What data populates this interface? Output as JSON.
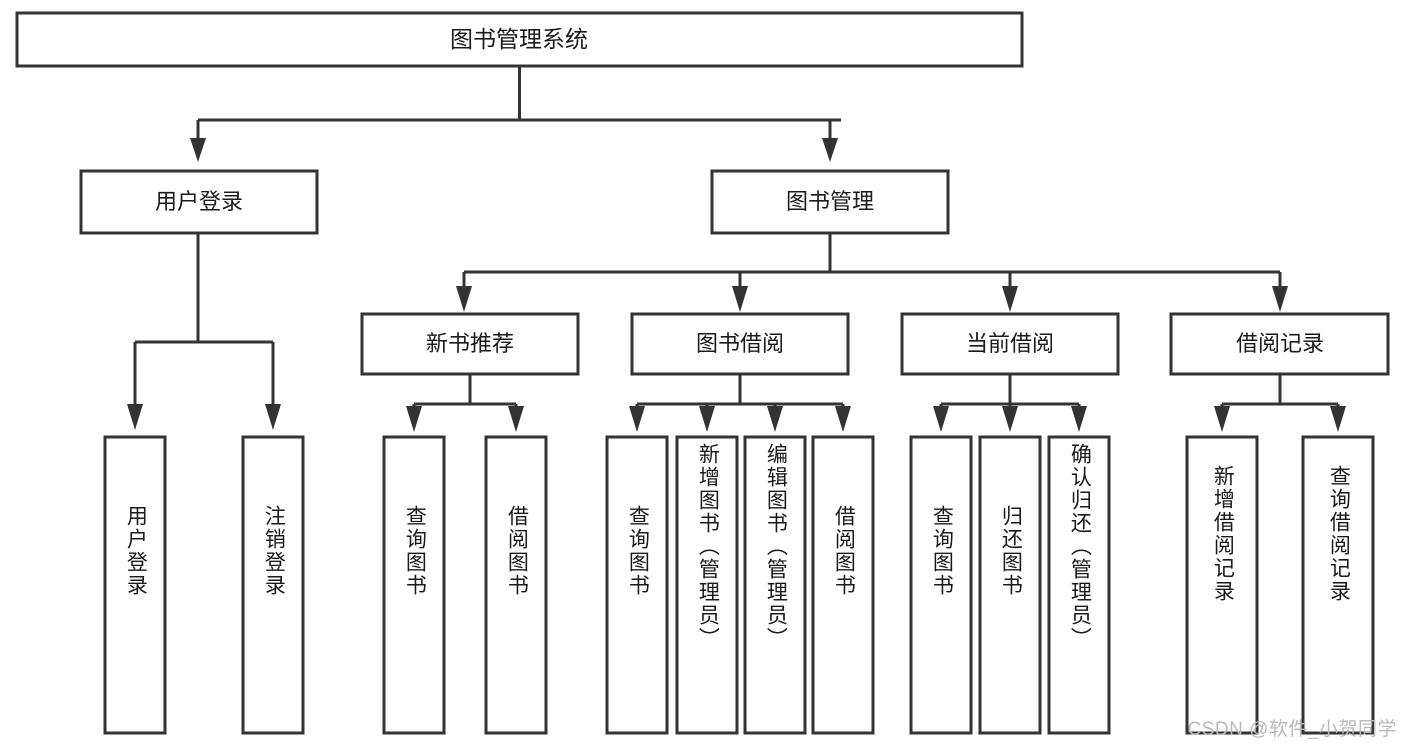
{
  "diagram": {
    "type": "tree-hierarchy",
    "title_node": {
      "id": "root",
      "label": "图书管理系统",
      "orientation": "horizontal"
    },
    "level2": [
      {
        "id": "user-login",
        "label": "用户登录",
        "orientation": "horizontal"
      },
      {
        "id": "book-management",
        "label": "图书管理",
        "orientation": "horizontal"
      }
    ],
    "level3": [
      {
        "id": "new-book-recommend",
        "label": "新书推荐",
        "orientation": "horizontal",
        "parent": "book-management"
      },
      {
        "id": "book-borrow",
        "label": "图书借阅",
        "orientation": "horizontal",
        "parent": "book-management"
      },
      {
        "id": "current-borrow",
        "label": "当前借阅",
        "orientation": "horizontal",
        "parent": "book-management"
      },
      {
        "id": "borrow-record",
        "label": "借阅记录",
        "orientation": "horizontal",
        "parent": "book-management"
      }
    ],
    "leaves": [
      {
        "id": "leaf-user-login",
        "label": "用户登录",
        "parent": "user-login",
        "orientation": "vertical"
      },
      {
        "id": "leaf-user-logout",
        "label": "注销登录",
        "parent": "user-login",
        "orientation": "vertical"
      },
      {
        "id": "leaf-query-book-1",
        "label": "查询图书",
        "parent": "new-book-recommend",
        "orientation": "vertical"
      },
      {
        "id": "leaf-borrow-book-1",
        "label": "借阅图书",
        "parent": "new-book-recommend",
        "orientation": "vertical"
      },
      {
        "id": "leaf-query-book-2",
        "label": "查询图书",
        "parent": "book-borrow",
        "orientation": "vertical"
      },
      {
        "id": "leaf-add-book",
        "label": "新增图书（管理员）",
        "parent": "book-borrow",
        "orientation": "vertical"
      },
      {
        "id": "leaf-edit-book",
        "label": "编辑图书（管理员）",
        "parent": "book-borrow",
        "orientation": "vertical"
      },
      {
        "id": "leaf-borrow-book-2",
        "label": "借阅图书",
        "parent": "book-borrow",
        "orientation": "vertical"
      },
      {
        "id": "leaf-query-book-3",
        "label": "查询图书",
        "parent": "current-borrow",
        "orientation": "vertical"
      },
      {
        "id": "leaf-return-book",
        "label": "归还图书",
        "parent": "current-borrow",
        "orientation": "vertical"
      },
      {
        "id": "leaf-confirm-return",
        "label": "确认归还（管理员）",
        "parent": "current-borrow",
        "orientation": "vertical"
      },
      {
        "id": "leaf-add-record",
        "label": "新增借阅记录",
        "parent": "borrow-record",
        "orientation": "vertical"
      },
      {
        "id": "leaf-query-record",
        "label": "查询借阅记录",
        "parent": "borrow-record",
        "orientation": "vertical"
      }
    ],
    "colors": {
      "background": "#ffffff",
      "box_fill": "#ffffff",
      "box_stroke": "#333333",
      "text": "#1a1a1a",
      "watermark": "#b9b9b9"
    }
  },
  "watermark": {
    "text": "CSDN @软件_小贺同学"
  }
}
